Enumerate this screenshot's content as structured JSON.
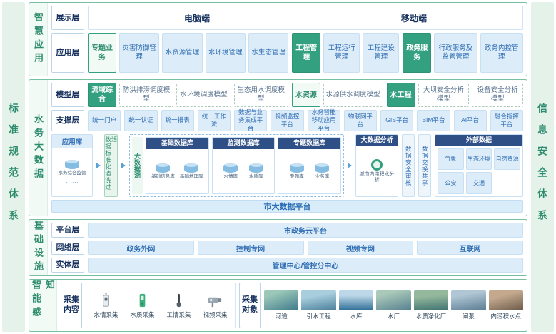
{
  "colors": {
    "accent_teal": "#33a17f",
    "teal_text": "#2d8c6e",
    "navy_header": "#2f4f87",
    "blue_text": "#2f6cb3",
    "light_blue_bg": "#dcedf9"
  },
  "left_bar": {
    "label": "标准规范体系"
  },
  "right_bar": {
    "label": "信息安全体系"
  },
  "apps": {
    "label": "智慧应用",
    "display": {
      "label": "展示层",
      "pc": "电脑端",
      "mobile": "移动端"
    },
    "app_layer": {
      "label": "应用层",
      "g1": {
        "header": "专题业务",
        "items": [
          "灾害防御管理",
          "水资源管理",
          "水环境管理",
          "水生态管理"
        ]
      },
      "g2": {
        "header": "工程管理",
        "items": [
          "工程运行管理",
          "工程建设管理"
        ]
      },
      "g3": {
        "header": "政务服务",
        "items": [
          "行政服务及监管管理",
          "政务内控管理"
        ]
      }
    }
  },
  "bigdata": {
    "label": "水务大数据",
    "model": {
      "label": "模型层",
      "g1": {
        "header": "流域综合",
        "items": [
          "防洪排涝调度模型",
          "水环境调度模型",
          "生态用水调度模型"
        ]
      },
      "g2": {
        "header": "水资源",
        "items": [
          "水源供水调度模型"
        ]
      },
      "g3": {
        "header": "水工程",
        "items": [
          "大坝安全分析模型",
          "设备安全分析模型"
        ]
      }
    },
    "support": {
      "label": "支撑层",
      "items": [
        "统一门户",
        "统一认证",
        "统一报表",
        "统一工作流",
        "数据与业务集成平台",
        "视频监控平台",
        "水务智能移动应用平台",
        "物联网平台",
        "GIS平台",
        "BIM平台",
        "AI平台",
        "融合指挥平台"
      ]
    },
    "data": {
      "applib": {
        "header": "应用库",
        "item": "水务综合监管",
        "more": "……"
      },
      "clean_strip": "数据标准化清洗过滤",
      "lake": {
        "label": "大数据湖",
        "groups": [
          {
            "header": "基础数据库",
            "dbs": [
              "基础信息库",
              "基础地理库"
            ]
          },
          {
            "header": "监测数据库",
            "dbs": [
              "水情库",
              "水质库"
            ]
          },
          {
            "header": "专题数据库",
            "dbs": [
              "专题库",
              "业务库"
            ]
          }
        ]
      },
      "analysis": {
        "header": "大数据分析",
        "item": "城市内涝积水分析"
      },
      "audit_strip": "数据安全审核",
      "share_strip": "数据交换共享",
      "external": {
        "header": "外部数据",
        "items": [
          "气象",
          "生态环境",
          "自然资源",
          "公安",
          "交通"
        ]
      }
    },
    "platform_bar": "市大数据平台"
  },
  "infra": {
    "label": "基础设施",
    "platform_row": {
      "label": "平台层",
      "item": "市政务云平台"
    },
    "network_row": {
      "label": "网络层",
      "items": [
        "政务外网",
        "控制专网",
        "视频专网",
        "互联网"
      ]
    },
    "entity_row": {
      "label": "实体层",
      "item": "管理中心/管控分中心"
    }
  },
  "sense": {
    "label": "智能感知",
    "content": {
      "label": "采集内容",
      "items": [
        "水情采集",
        "水质采集",
        "工情采集",
        "视频采集"
      ]
    },
    "objects": {
      "label": "采集对象",
      "items": [
        "河道",
        "引水工程",
        "水库",
        "水厂",
        "水质净化厂",
        "闸泵",
        "内涝积水点"
      ]
    }
  }
}
